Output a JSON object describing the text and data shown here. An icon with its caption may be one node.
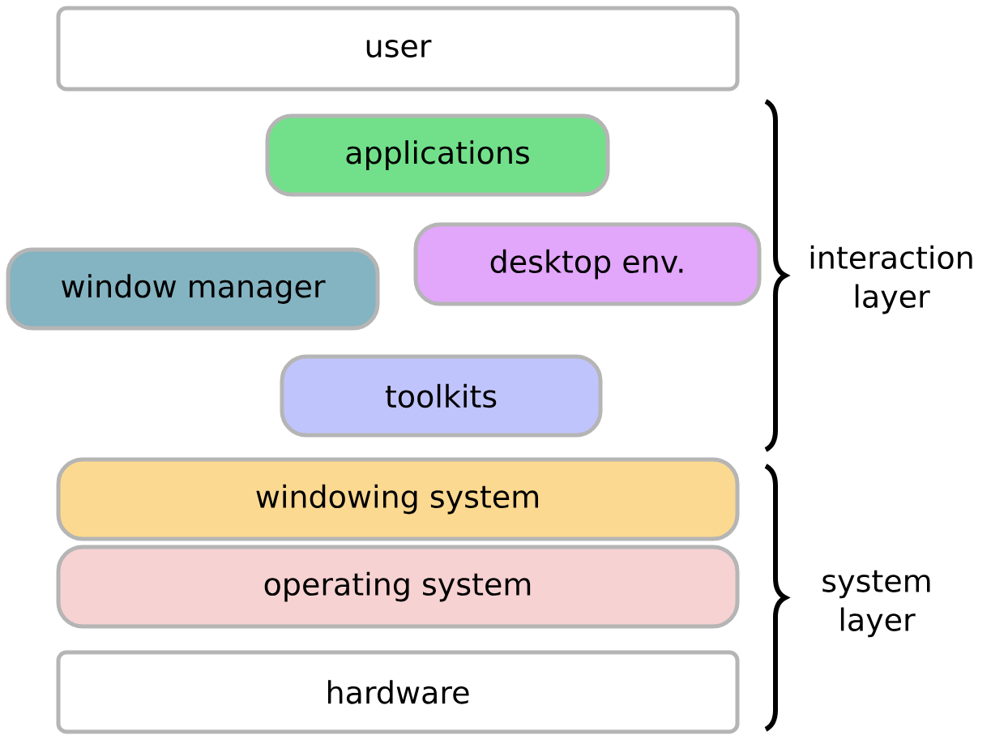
{
  "diagram": {
    "nodes": [
      {
        "text": [
          "user"
        ]
      },
      {
        "text": [
          "applications"
        ]
      },
      {
        "text": [
          "desktop env."
        ]
      },
      {
        "text": [
          "window manager"
        ]
      },
      {
        "text": [
          "toolkits"
        ]
      },
      {
        "text": [
          "windowing system"
        ]
      },
      {
        "text": [
          "operating system"
        ]
      },
      {
        "text": [
          "hardware"
        ]
      }
    ],
    "labels": [
      "interaction layer",
      "system layer"
    ]
  }
}
